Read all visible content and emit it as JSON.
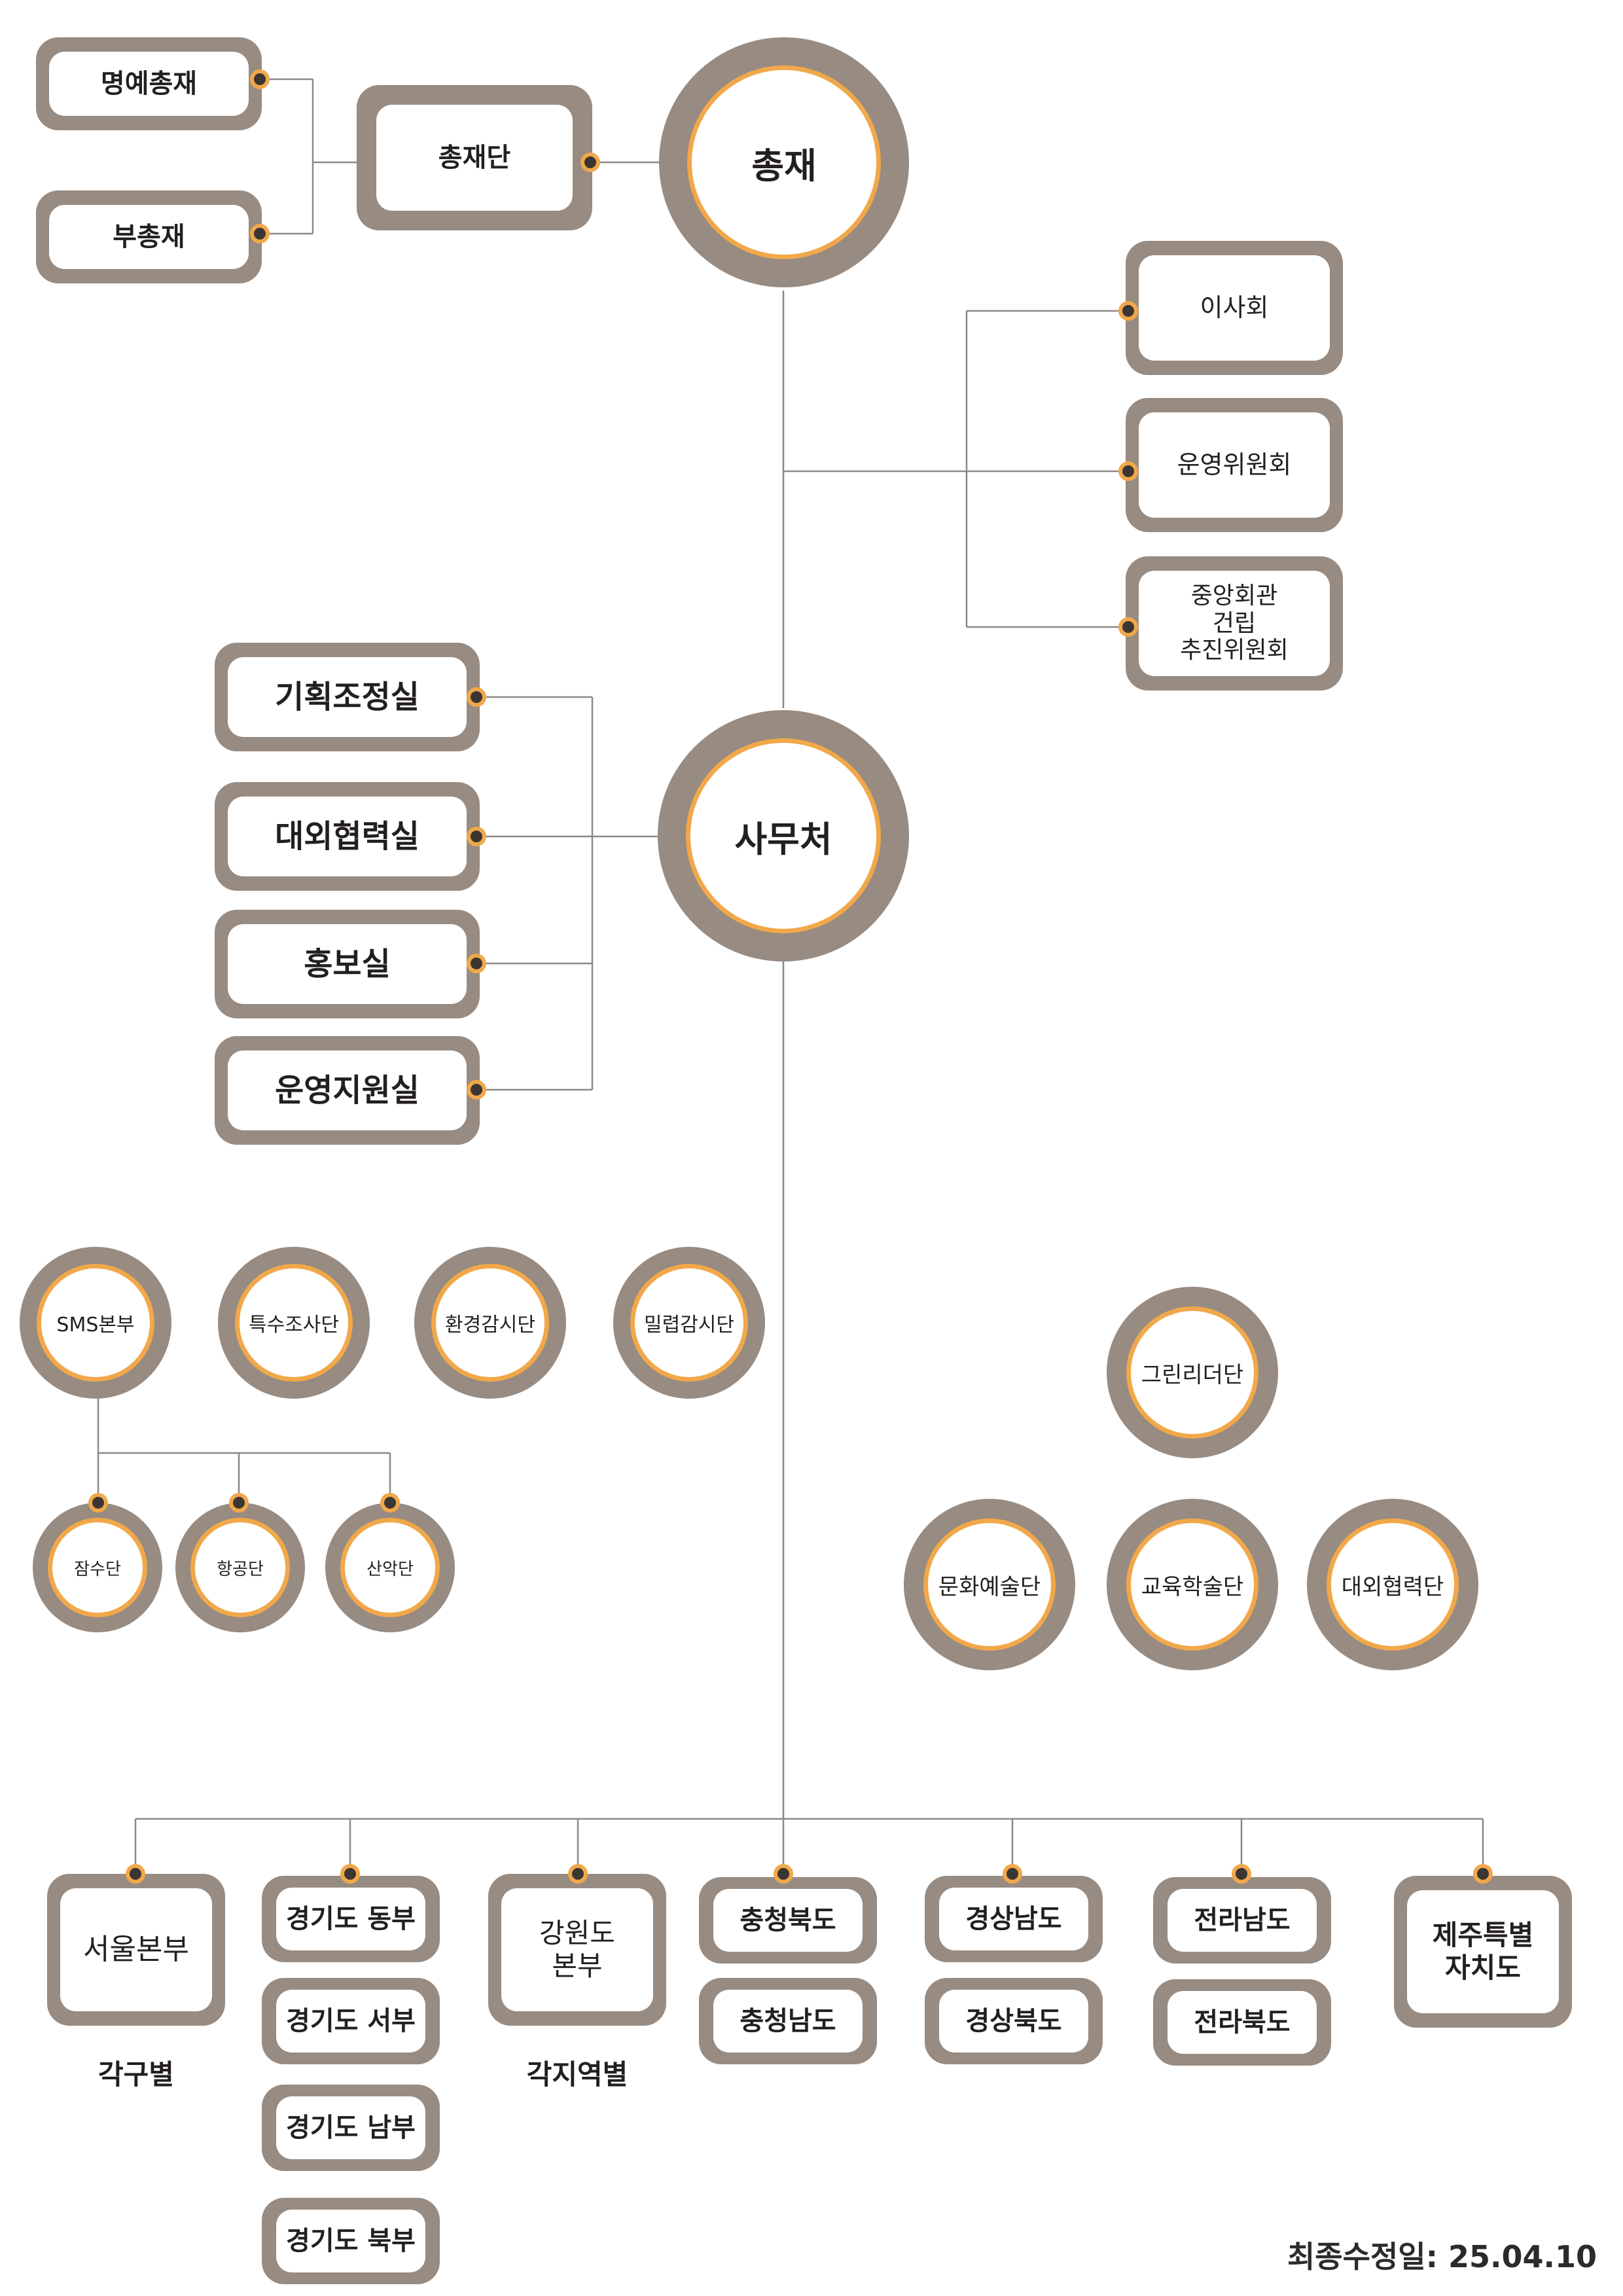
{
  "top": {
    "president": "총재",
    "presidium": "총재단",
    "honorary_president": "명예총재",
    "vice_president": "부총재"
  },
  "boards": {
    "directors": "이사회",
    "operating_committee": "운영위원회",
    "hall_committee": [
      "중앙회관",
      "건립",
      "추진위원회"
    ]
  },
  "secretariat": {
    "name": "사무처",
    "offices": [
      "기획조정실",
      "대외협력실",
      "홍보실",
      "운영지원실"
    ]
  },
  "groups": {
    "sms": "SMS본부",
    "special_investigation": "특수조사단",
    "environment_watch": "환경감시단",
    "poaching_watch": "밀렵감시단",
    "sms_units": [
      "잠수단",
      "항공단",
      "산악단"
    ],
    "green_leader": "그린리더단",
    "culture_arts": "문화예술단",
    "education_science": "교육학술단",
    "external_cooperation": "대외협력단"
  },
  "regions": {
    "seoul": "서울본부",
    "seoul_note": "각구별",
    "gyeonggi": [
      "경기도 동부",
      "경기도 서부",
      "경기도 남부",
      "경기도 북부"
    ],
    "gangwon": [
      "강원도",
      "본부"
    ],
    "gangwon_note": "각지역별",
    "chungcheong": [
      "충청북도",
      "충청남도"
    ],
    "gyeongsang": [
      "경상남도",
      "경상북도"
    ],
    "jeolla": [
      "전라남도",
      "전라북도"
    ],
    "jeju": [
      "제주특별",
      "자치도"
    ]
  },
  "footer": {
    "last_modified": "최종수정일: 25.04.10"
  }
}
